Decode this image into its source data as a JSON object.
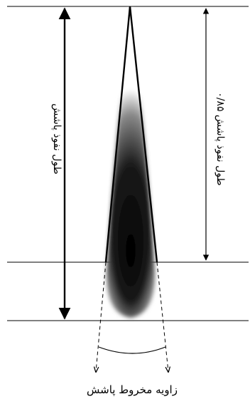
{
  "labels": {
    "penetration_length": "طول نفوذ پاشش",
    "penetration_85": "۰/۸۵ طول نفوذ پاشش",
    "cone_angle": "زاویه مخروط پاشش"
  }
}
